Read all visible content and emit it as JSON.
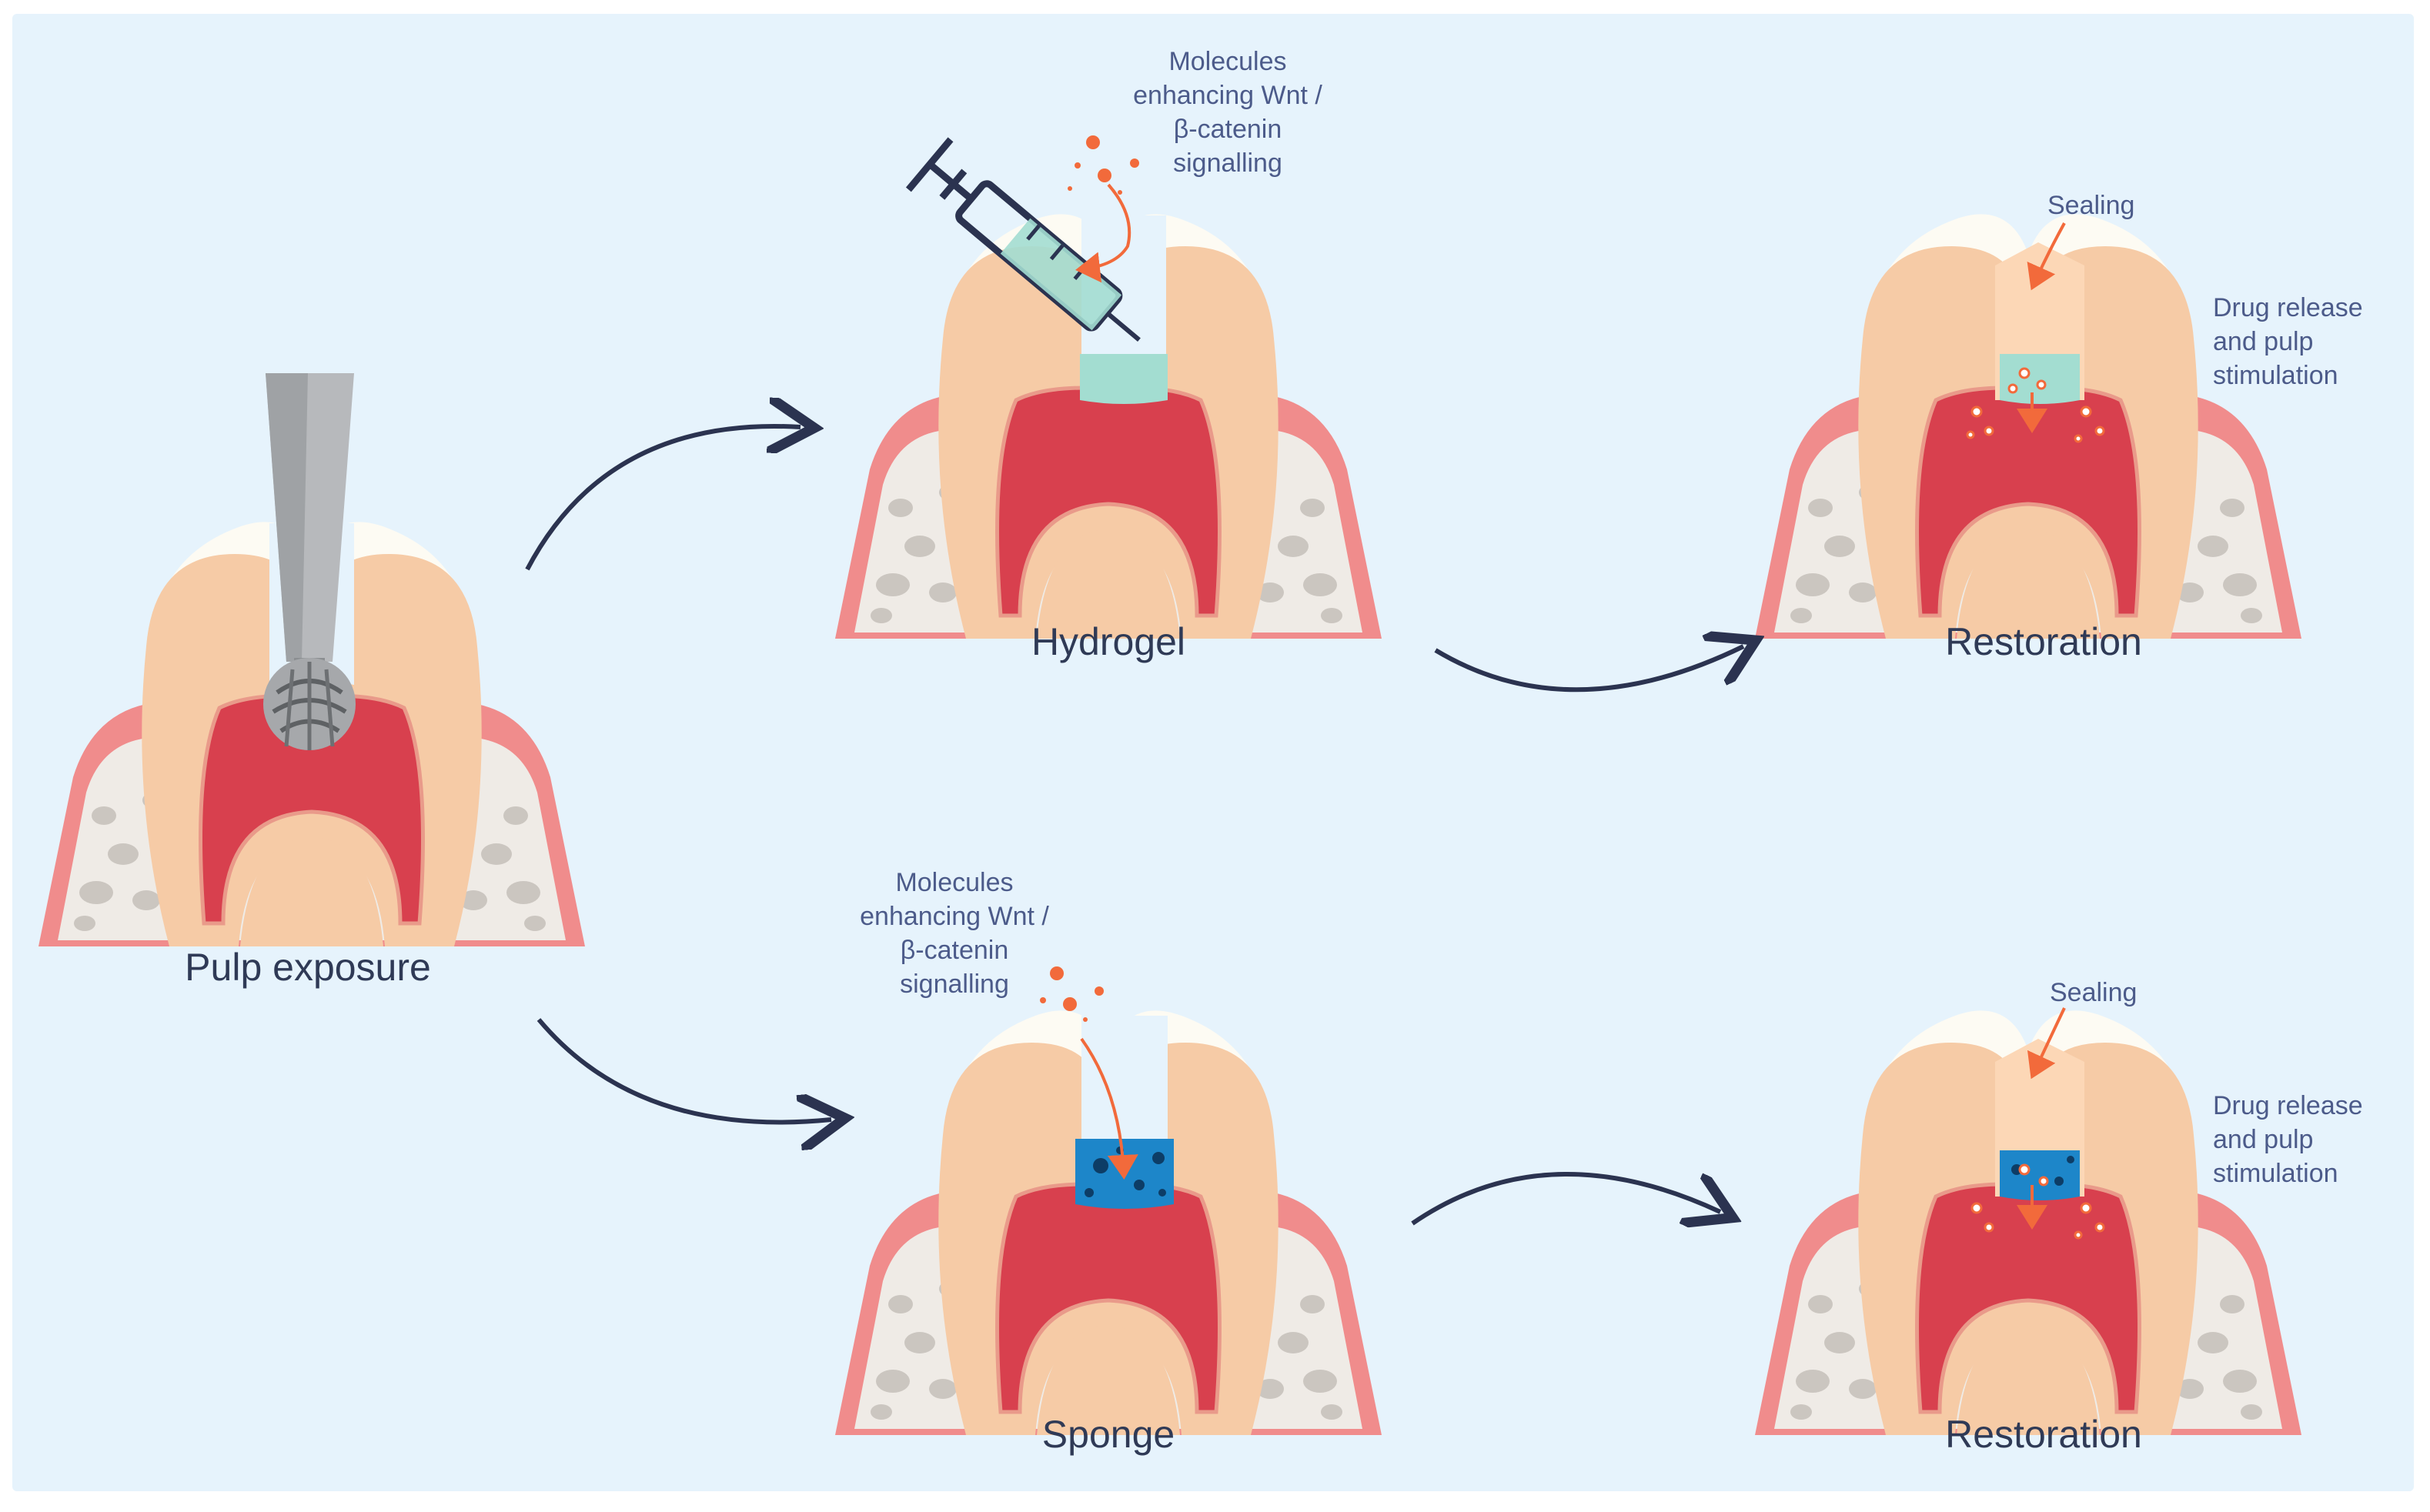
{
  "stages": {
    "pulp_exposure": "Pulp exposure",
    "hydrogel": "Hydrogel",
    "sponge": "Sponge",
    "restoration_top": "Restoration",
    "restoration_bottom": "Restoration"
  },
  "notes": {
    "molecules_top": [
      "Molecules",
      "enhancing Wnt /",
      "β-catenin",
      "signalling"
    ],
    "molecules_bottom": [
      "Molecules",
      "enhancing Wnt /",
      "β-catenin",
      "signalling"
    ],
    "sealing_top": "Sealing",
    "sealing_bottom": "Sealing",
    "drug_release_top": [
      "Drug release",
      "and pulp",
      "stimulation"
    ],
    "drug_release_bottom": [
      "Drug release",
      "and pulp",
      "stimulation"
    ]
  },
  "colors": {
    "background": "#e6f3fc",
    "gum": "#f08c8c",
    "bone": "#efebe6",
    "enamel": "#fdfbf3",
    "dentin": "#f6cba6",
    "pulp": "#d8404e",
    "hydrogel": "#a3ddd1",
    "sponge": "#1d86c9",
    "arrow": "#2b3350",
    "molecule": "#f26a3b"
  }
}
